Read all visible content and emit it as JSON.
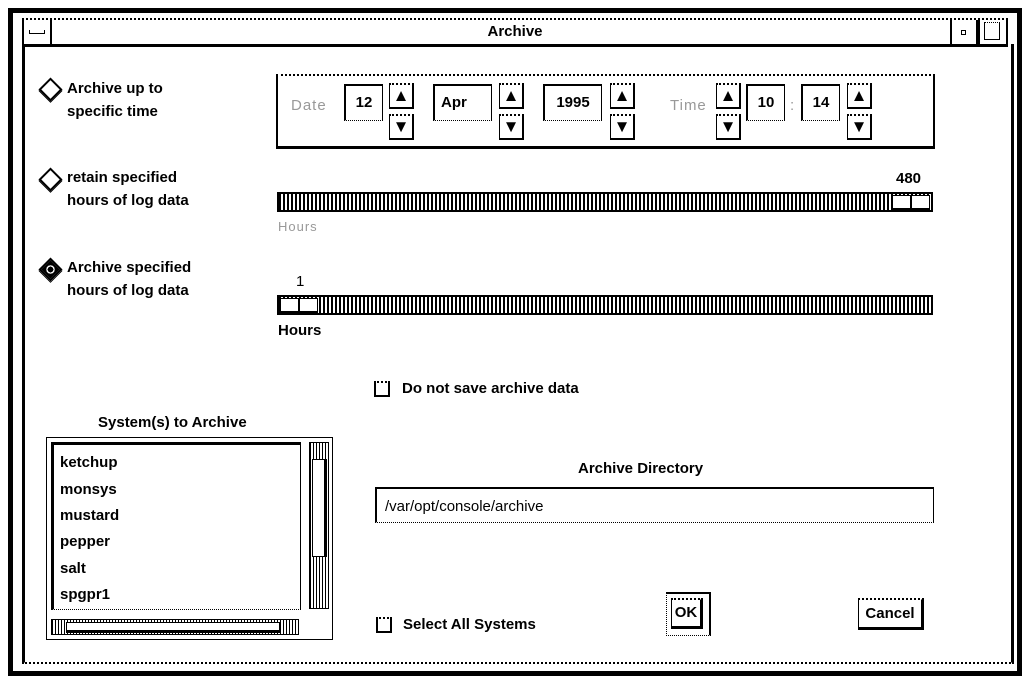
{
  "window": {
    "title": "Archive"
  },
  "options": [
    {
      "label_line1": "Archive up to",
      "label_line2": "specific time",
      "selected": false
    },
    {
      "label_line1": "retain specified",
      "label_line2": "hours of log data",
      "selected": false
    },
    {
      "label_line1": "Archive specified",
      "label_line2": "hours of log data",
      "selected": true
    }
  ],
  "datetime": {
    "date_label": "Date",
    "day": "12",
    "month": "Apr",
    "year": "1995",
    "time_label": "Time",
    "hour": "10",
    "separator": ":",
    "minute": "14"
  },
  "retain_slider": {
    "value": "480",
    "fraction": 1.0,
    "unit_label": "Hours"
  },
  "archive_slider": {
    "value": "1",
    "fraction": 0.0,
    "unit_label": "Hours"
  },
  "no_save_label": "Do not save archive data",
  "systems": {
    "label": "System(s) to Archive",
    "items": [
      "ketchup",
      "monsys",
      "mustard",
      "pepper",
      "salt",
      "spgpr1"
    ]
  },
  "select_all_label": "Select All Systems",
  "directory": {
    "label": "Archive Directory",
    "value": "/var/opt/console/archive"
  },
  "buttons": {
    "ok": "OK",
    "cancel": "Cancel"
  }
}
